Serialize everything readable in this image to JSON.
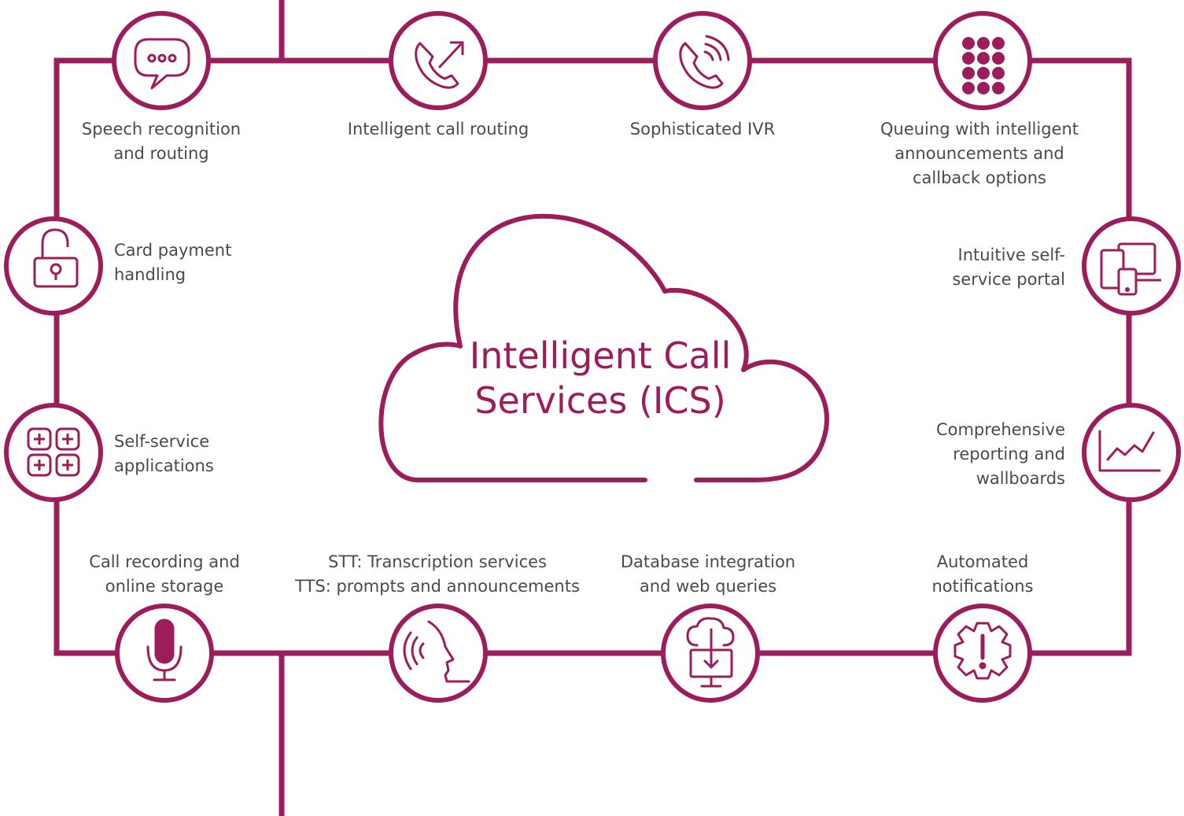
{
  "center_title": {
    "line1": "Intelligent Call",
    "line2": "Services (ICS)"
  },
  "colors": {
    "accent": "#9c1c5c",
    "text": "#4a4a4a",
    "background": "#ffffff"
  },
  "nodes": [
    {
      "icon": "speech-bubble-icon",
      "line1": "Speech recognition",
      "line2": "and routing"
    },
    {
      "icon": "phone-forward-icon",
      "line1": "Intelligent call routing"
    },
    {
      "icon": "phone-signal-icon",
      "line1": "Sophisticated IVR"
    },
    {
      "icon": "keypad-grid-icon",
      "line1": "Queuing with intelligent",
      "line2": "announcements and",
      "line3": "callback options"
    },
    {
      "icon": "padlock-icon",
      "line1": "Card payment",
      "line2": "handling"
    },
    {
      "icon": "devices-icon",
      "line1": "Intuitive self-",
      "line2": "service portal"
    },
    {
      "icon": "app-grid-icon",
      "line1": "Self-service",
      "line2": "applications"
    },
    {
      "icon": "line-chart-icon",
      "line1": "Comprehensive",
      "line2": "reporting and",
      "line3": "wallboards"
    },
    {
      "icon": "microphone-icon",
      "line1": "Call recording and",
      "line2": "online storage"
    },
    {
      "icon": "speaking-head-icon",
      "line1": "STT: Transcription services",
      "line2": "TTS: prompts and announcements"
    },
    {
      "icon": "cloud-download-icon",
      "line1": "Database integration",
      "line2": "and web queries"
    },
    {
      "icon": "gear-alert-icon",
      "line1": "Automated",
      "line2": "notifications"
    }
  ]
}
